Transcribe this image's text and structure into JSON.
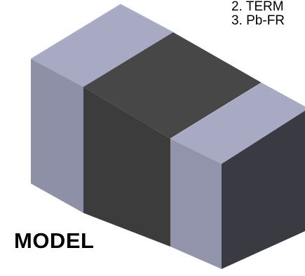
{
  "notes": {
    "lines": [
      "2. TERM",
      "3. Pb-FR"
    ]
  },
  "model": {
    "label": "MODEL"
  },
  "colors": {
    "terminal_top": "#a8aac4",
    "terminal_front": "#8c8ea6",
    "terminal_side": "#3a3b42",
    "body_top": "#474747",
    "body_front": "#3b3b3b",
    "edge": "#2a2a2a",
    "background": "#ffffff",
    "text": "#000000"
  }
}
